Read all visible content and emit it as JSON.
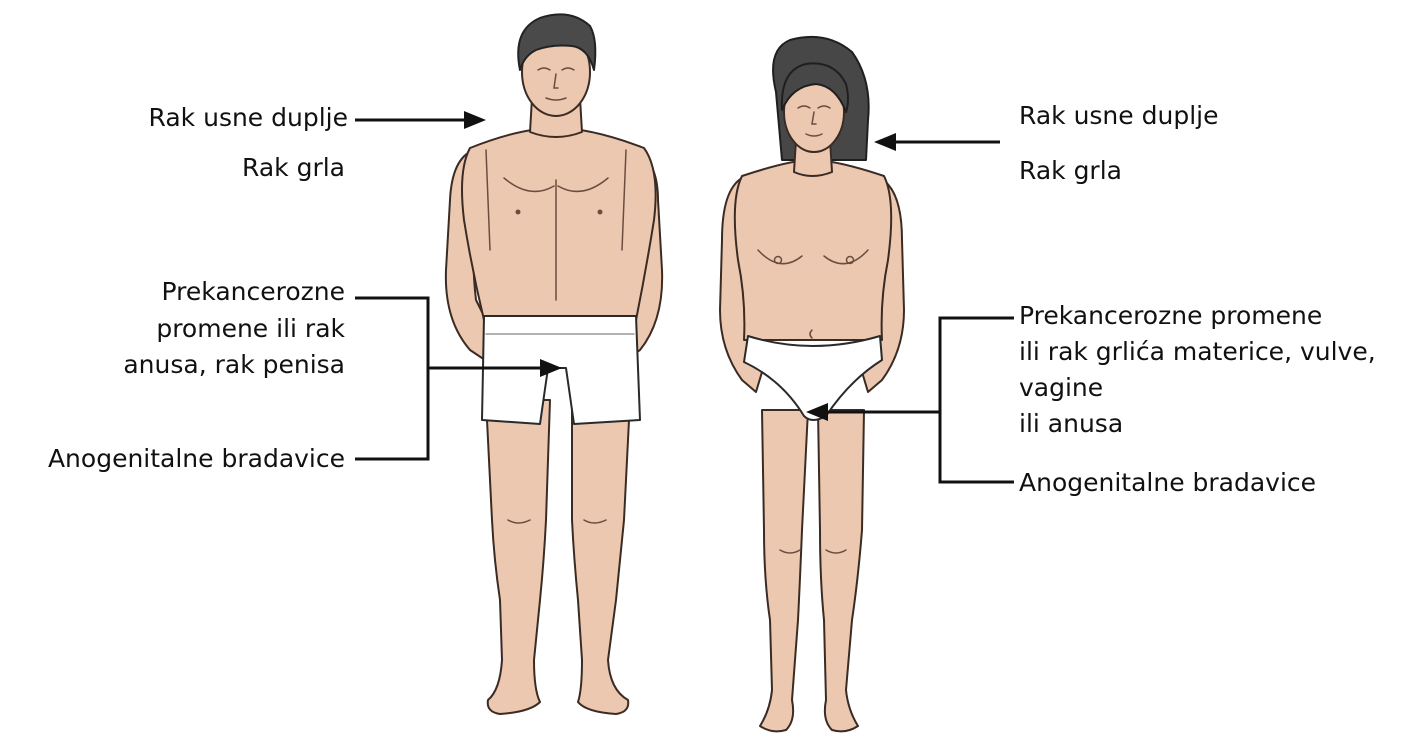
{
  "labels": {
    "male": {
      "oral": "Rak usne duplje",
      "throat": "Rak grla",
      "precancer_line1": "Prekancerozne",
      "precancer_line2": "promene ili rak",
      "precancer_line3": "anusa, rak penisa",
      "warts": "Anogenitalne bradavice"
    },
    "female": {
      "oral": "Rak usne duplje",
      "throat": "Rak grla",
      "precancer_line1": "Prekancerozne promene",
      "precancer_line2": "ili rak grlića materice, vulve,",
      "precancer_line3": "vagine",
      "precancer_line4": "ili anusa",
      "warts": "Anogenitalne bradavice"
    }
  },
  "colors": {
    "skin": "#ecc8b0",
    "hair": "#4a4a4a",
    "underwear": "#ffffff",
    "leader_lines": "#111111"
  }
}
